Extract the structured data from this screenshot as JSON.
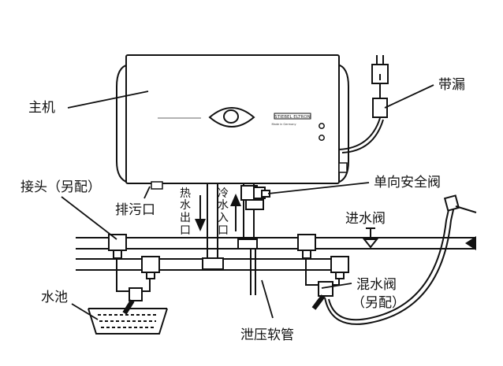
{
  "labels": {
    "main_unit": "主机",
    "leakage_plug": "带漏",
    "joint": "接头（另配）",
    "drain_outlet": "排污口",
    "hot_water_outlet": [
      "热",
      "水",
      "出",
      "口"
    ],
    "cold_water_inlet": [
      "冷",
      "水",
      "入",
      "口"
    ],
    "safety_valve": "单向安全阀",
    "inlet_valve": "进水阀",
    "mixing_valve": "混水阀",
    "mixing_valve_note": "（另配）",
    "water_basin": "水池",
    "relief_hose": "泄压软管"
  },
  "nameplate": {
    "brand": "STIEBEL ELTRON",
    "sub": "Made in Germany"
  }
}
